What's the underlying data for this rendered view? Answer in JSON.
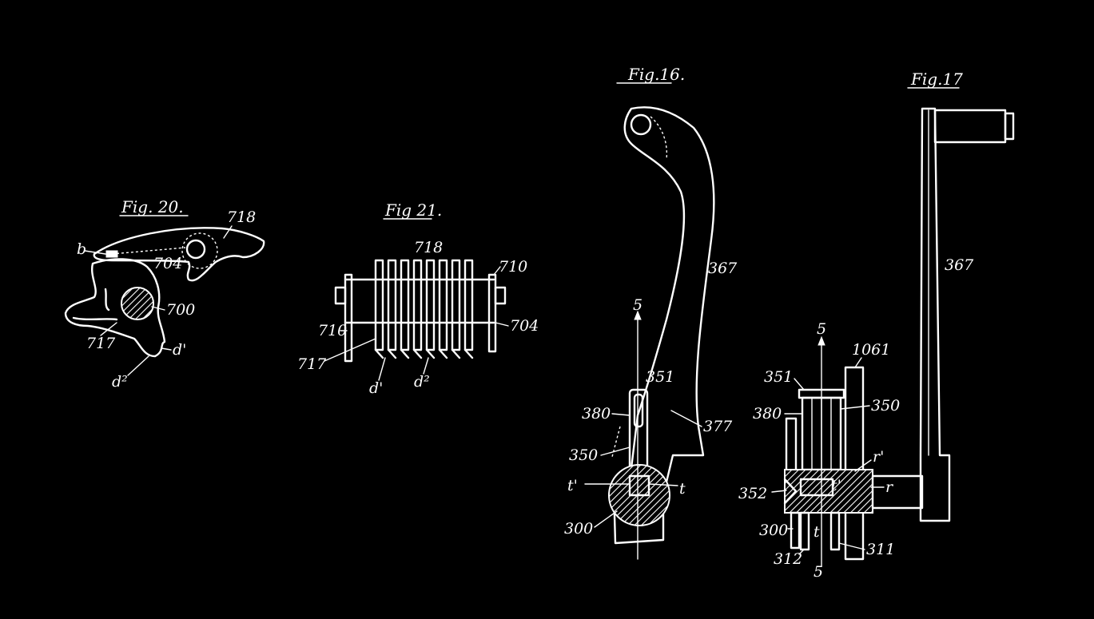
{
  "figures": [
    {
      "id": "fig20",
      "title": "Fig. 20.",
      "labels": [
        "718",
        "b",
        "704",
        "700",
        "717",
        "d'",
        "d²"
      ]
    },
    {
      "id": "fig21",
      "title": "Fig 21.",
      "labels": [
        "718",
        "710",
        "710",
        "704",
        "717",
        "d'",
        "d²"
      ]
    },
    {
      "id": "fig16",
      "title": "Fig.16.",
      "labels": [
        "367",
        "5",
        "351",
        "380",
        "377",
        "350",
        "t'",
        "t",
        "300"
      ]
    },
    {
      "id": "fig17",
      "title": "Fig.17",
      "labels": [
        "367",
        "5",
        "1061",
        "351",
        "380",
        "350",
        "r'",
        "352",
        "t'",
        "r",
        "300",
        "312",
        "311",
        "t",
        "5"
      ]
    }
  ],
  "colors": {
    "background": "#000000",
    "ink": "#ffffff"
  }
}
